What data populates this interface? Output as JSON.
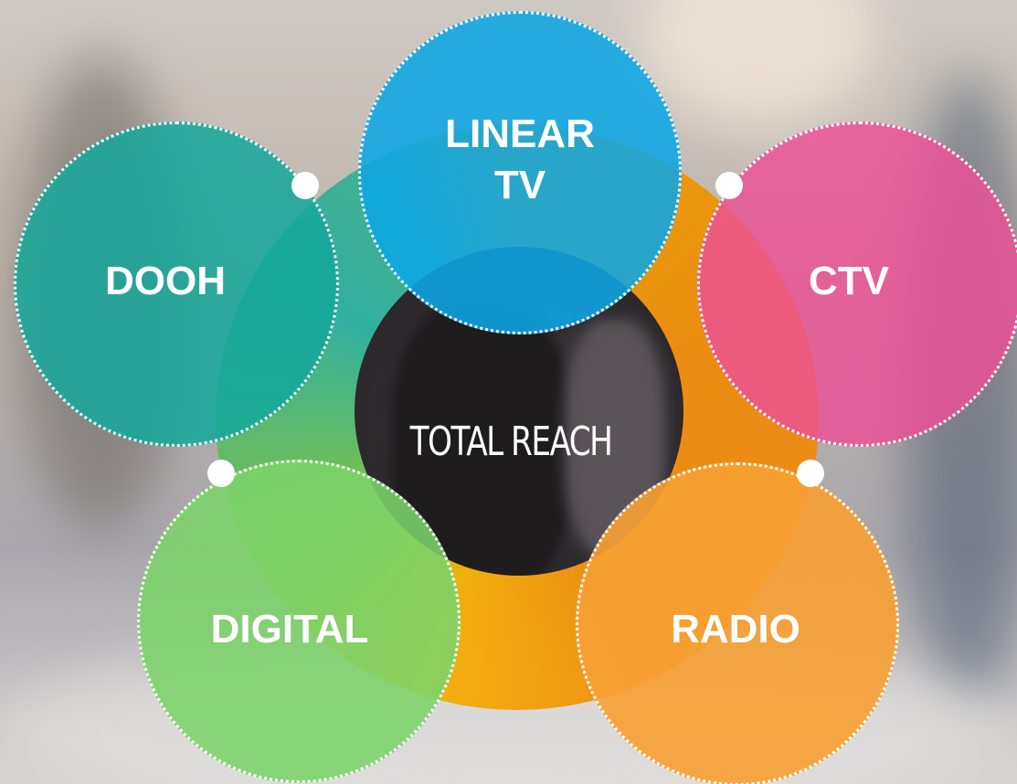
{
  "center": {
    "label": "TOTAL REACH"
  },
  "channels": [
    {
      "label": "LINEAR\nTV",
      "color": "#0ea6e4"
    },
    {
      "label": "CTV",
      "color": "#ec4f95"
    },
    {
      "label": "RADIO",
      "color": "#f7a033"
    },
    {
      "label": "DIGITAL",
      "color": "#7cd36a"
    },
    {
      "label": "DOOH",
      "color": "#15a89a"
    }
  ]
}
